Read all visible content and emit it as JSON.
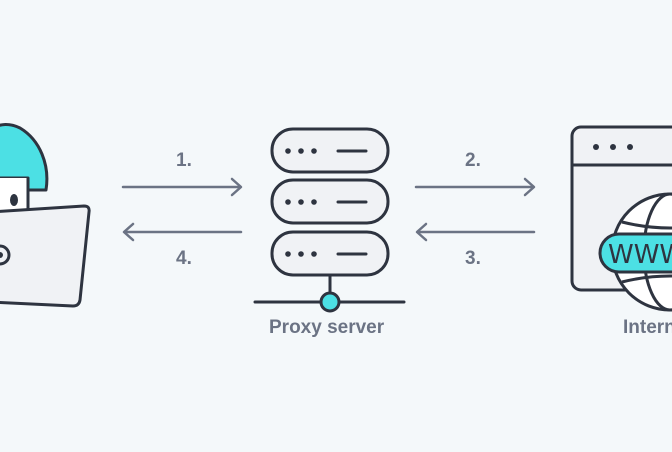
{
  "steps": {
    "step1": "1.",
    "step2": "2.",
    "step3": "3.",
    "step4": "4."
  },
  "nodes": {
    "proxy_label": "Proxy server",
    "internet_label": "Interne",
    "www_text": "WWW"
  },
  "colors": {
    "background": "#f4f8fa",
    "accent": "#4ce0e4",
    "stroke": "#2e3440",
    "arrow": "#6b7384",
    "panel": "#f0f2f5"
  },
  "icons": [
    "user-laptop-icon",
    "proxy-server-icon",
    "browser-window-icon",
    "globe-icon"
  ]
}
